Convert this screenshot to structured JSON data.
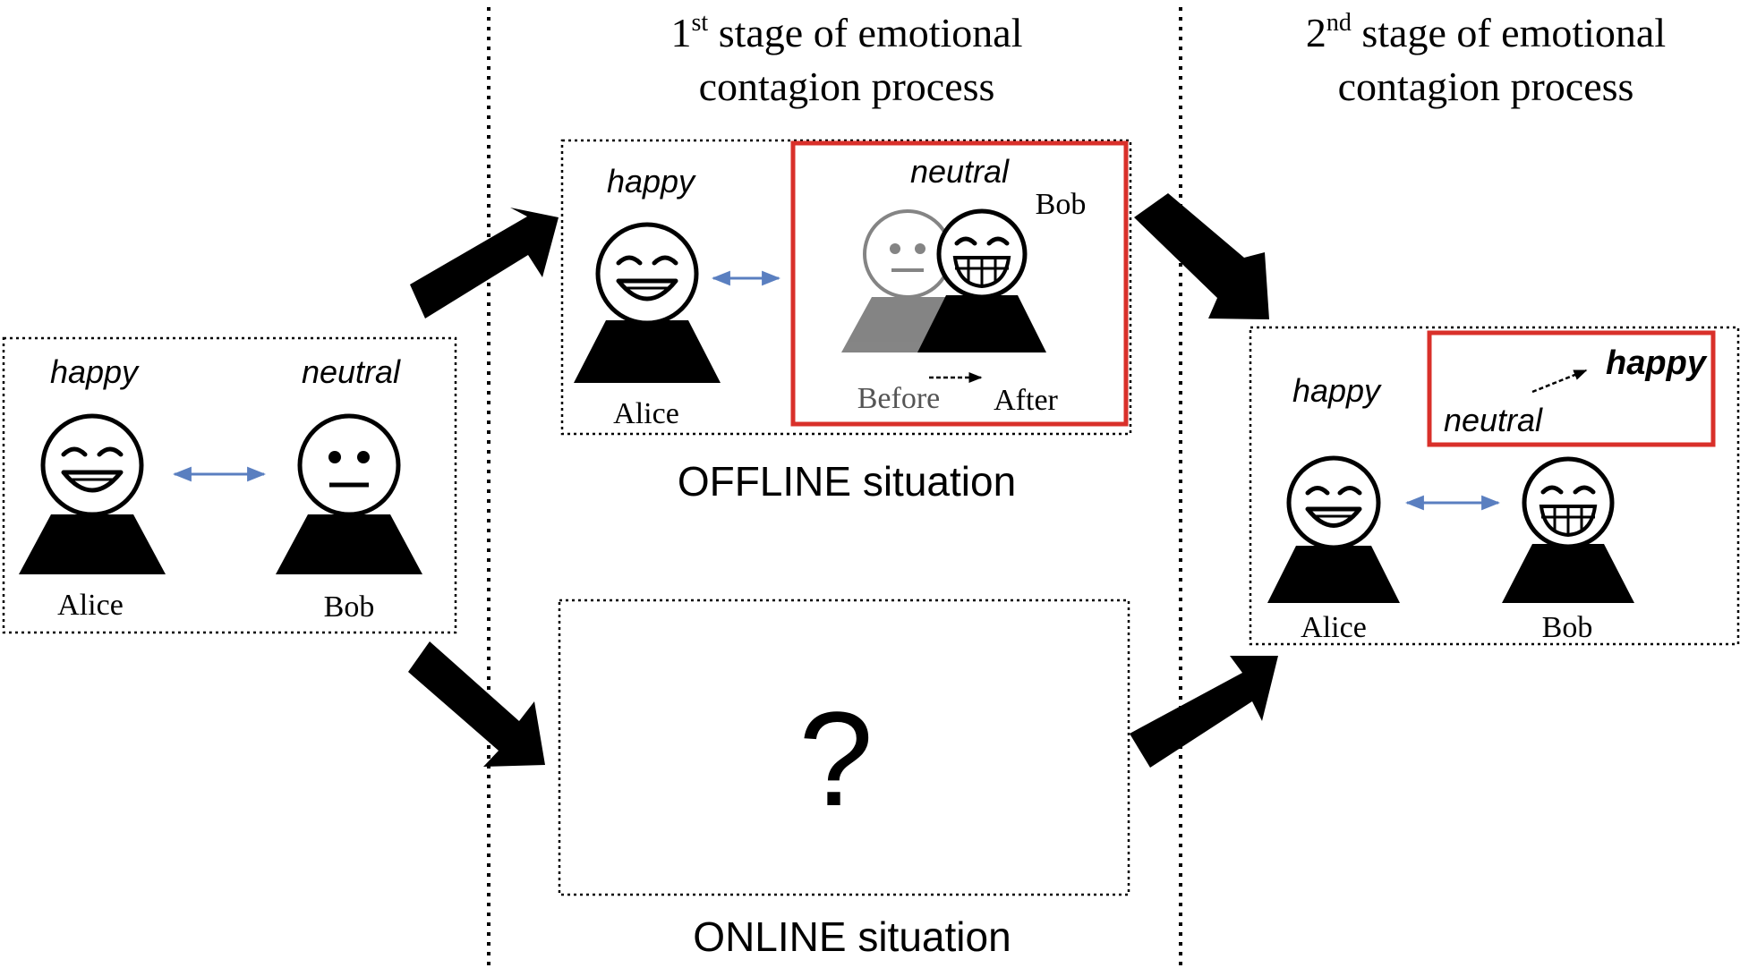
{
  "headers": {
    "stage1_ordinal": "1",
    "stage1_sup": "st",
    "stage1_line1_rest": " stage of emotional",
    "stage1_line2": "contagion process",
    "stage2_ordinal": "2",
    "stage2_sup": "nd",
    "stage2_line1_rest": " stage of emotional",
    "stage2_line2": "contagion process"
  },
  "initial_panel": {
    "alice_emotion": "happy",
    "bob_emotion": "neutral",
    "alice_name": "Alice",
    "bob_name": "Bob"
  },
  "offline_panel": {
    "alice_emotion": "happy",
    "alice_name": "Alice",
    "bob_emotion_label": "neutral",
    "bob_name": "Bob",
    "before_label": "Before",
    "after_label": "After",
    "caption": "OFFLINE situation"
  },
  "online_panel": {
    "mark": "?",
    "caption": "ONLINE situation"
  },
  "final_panel": {
    "alice_emotion": "happy",
    "bob_before_emotion": "neutral",
    "bob_after_emotion": "happy",
    "alice_name": "Alice",
    "bob_name": "Bob"
  },
  "colors": {
    "highlight_border": "#d9302a",
    "link_arrow": "#5a7fc0",
    "ink": "#000000",
    "faded_figure": "#6e6e6e"
  }
}
